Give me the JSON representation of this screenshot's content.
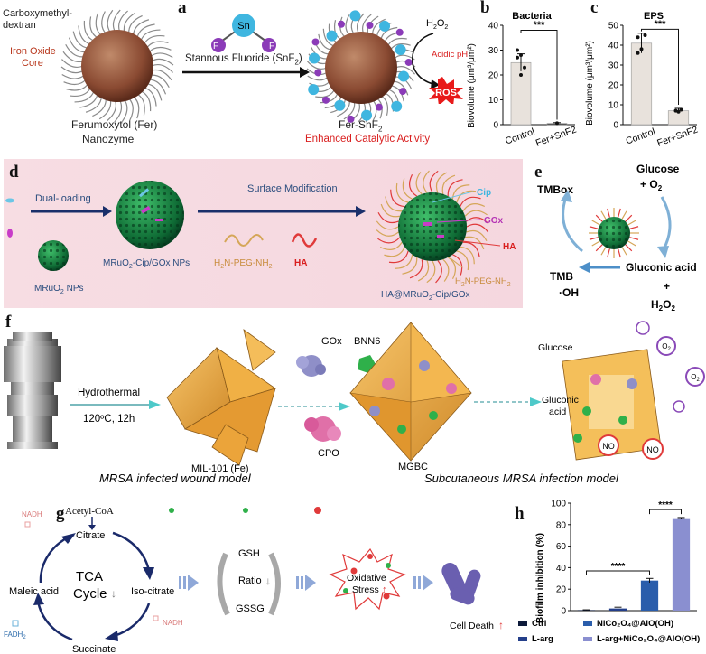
{
  "panel_a": {
    "letter": "a",
    "carboxymethyl_dextran": "Carboxymethyl-\ndextran",
    "iron_oxide_core_1": "Iron Oxide",
    "iron_oxide_core_2": "Core",
    "fer_name_1": "Ferumoxytol (Fer)",
    "fer_name_2": "Nanozyme",
    "sn": "Sn",
    "f": "F",
    "stannous": "Stannous Fluoride (SnF",
    "stannous_sub": "2",
    "stannous_end": ")",
    "product_1": "Fer-SnF",
    "product_sub": "2",
    "enhanced": "Enhanced Catalytic Activity",
    "h2o2": "H",
    "acidic": "Acidic pH",
    "ros": "ROS",
    "color_red": "#d91e1e"
  },
  "panel_b": {
    "letter": "b",
    "title": "Bacteria",
    "ylabel": "Biovolume (μm³/μm²)",
    "sig": "***",
    "categories": [
      "Control",
      "Fer+SnF2"
    ]
  },
  "panel_c": {
    "letter": "c",
    "title": "EPS",
    "ylabel": "Biovolume (μm³/μm²)",
    "sig": "***",
    "categories": [
      "Control",
      "Fer+SnF2"
    ]
  },
  "panel_d": {
    "letter": "d",
    "dual_loading": "Dual-loading",
    "surface_mod": "Surface Modification",
    "mruo2": "MRuO",
    "mruo2_end": " NPs",
    "mruo2_cip": "MRuO",
    "mruo2_cip_end": "-Cip/GOx NPs",
    "h2n_peg": "H",
    "h2n_peg_end": "N-PEG-NH",
    "ha": "HA",
    "cip": "Cip",
    "gox": "GOx",
    "ha2": "HA",
    "h2n_peg2": "H",
    "final": "HA@MRuO",
    "final_end": "-Cip/GOx"
  },
  "panel_e": {
    "letter": "e",
    "tmbox": "TMBox",
    "glucose": "Glucose",
    "o2": "+ O",
    "gluconic": "Gluconic acid",
    "tmb": "TMB",
    "oh": "·OH",
    "plus": "+",
    "h2o2": "H"
  },
  "panel_f": {
    "letter": "f",
    "hydrothermal": "Hydrothermal",
    "cond": "120ºC, 12h",
    "mil": "MIL-101 (Fe)",
    "gox": "GOx",
    "bnn6": "BNN6",
    "cpo": "CPO",
    "mgbc": "MGBC",
    "glucose": "Glucose",
    "gluconic_1": "Gluconic",
    "gluconic_2": "acid",
    "no": "NO",
    "o2": "O",
    "wound": "infected wound model",
    "mrsa": "MRSA",
    "subq": "Subcutaneous",
    "subq_end": "infection model"
  },
  "panel_g": {
    "letter": "g",
    "acetyl": "Acetyl-CoA",
    "citrate": "Citrate",
    "nadh": "NADH",
    "tca_1": "TCA",
    "tca_2": "Cycle",
    "maleic": "Maleic acid",
    "iso": "Iso-citrate",
    "fadh": "FADH",
    "nadh2": "NADH",
    "succinate": "Succinate",
    "gsh": "GSH",
    "ratio": "Ratio",
    "gssg": "GSSG",
    "oxid_1": "Oxidative",
    "oxid_2": "Stress",
    "death": "Cell Death"
  },
  "panel_h": {
    "letter": "h",
    "ylabel": "Biofilm inhibition (%)",
    "sig1": "****",
    "sig2": "****",
    "legend": [
      "Ctrl",
      "L-arg",
      "NiCo₂O₄@AlO(OH)",
      "L-arg+NiCo₂O₄@AlO(OH)"
    ]
  },
  "chart_data": [
    {
      "type": "bar",
      "title": "Bacteria",
      "ylabel": "Biovolume (μm³/μm²)",
      "categories": [
        "Control",
        "Fer+SnF2"
      ],
      "values": [
        25,
        0.5
      ],
      "errors": [
        3.5,
        0.3
      ],
      "ylim": [
        0,
        40
      ],
      "yticks": [
        0,
        10,
        20,
        30,
        40
      ],
      "colors": [
        "#e8e2dc",
        "#3a3a3a"
      ]
    },
    {
      "type": "bar",
      "title": "EPS",
      "ylabel": "Biovolume (μm³/μm²)",
      "categories": [
        "Control",
        "Fer+SnF2"
      ],
      "values": [
        41,
        7
      ],
      "errors": [
        5,
        1.2
      ],
      "ylim": [
        0,
        50
      ],
      "yticks": [
        0,
        10,
        20,
        30,
        40,
        50
      ],
      "colors": [
        "#e8e2dc",
        "#e8e2dc"
      ]
    },
    {
      "type": "bar",
      "ylabel": "Biofilm inhibition (%)",
      "categories": [
        "Ctrl",
        "L-arg",
        "NiCo₂O₄@AlO(OH)",
        "L-arg+NiCo₂O₄@AlO(OH)"
      ],
      "values": [
        0.5,
        2,
        28,
        86
      ],
      "errors": [
        0.3,
        1.2,
        2,
        0.6
      ],
      "ylim": [
        0,
        100
      ],
      "yticks": [
        0,
        20,
        40,
        60,
        80,
        100
      ],
      "colors": [
        "#0d1a3a",
        "#243f8a",
        "#2a5dab",
        "#8a8fd0"
      ]
    }
  ]
}
